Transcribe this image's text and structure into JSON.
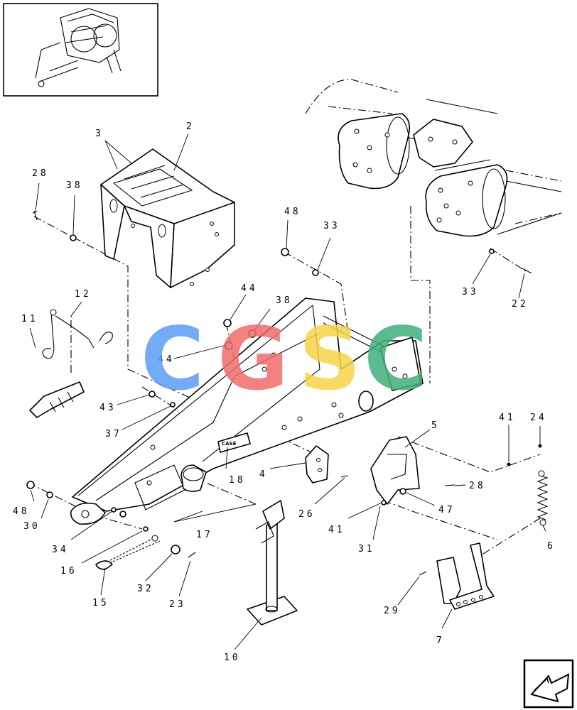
{
  "callouts": [
    {
      "id": "c2",
      "text": "2"
    },
    {
      "id": "c3",
      "text": "3"
    },
    {
      "id": "c28a",
      "text": "28"
    },
    {
      "id": "c38a",
      "text": "38"
    },
    {
      "id": "c12",
      "text": "12"
    },
    {
      "id": "c11",
      "text": "11"
    },
    {
      "id": "c48a",
      "text": "48"
    },
    {
      "id": "c33a",
      "text": "33"
    },
    {
      "id": "c44a",
      "text": "44"
    },
    {
      "id": "c38b",
      "text": "38"
    },
    {
      "id": "c44b",
      "text": "44"
    },
    {
      "id": "c43",
      "text": "43"
    },
    {
      "id": "c37",
      "text": "37"
    },
    {
      "id": "c33b",
      "text": "33"
    },
    {
      "id": "c22",
      "text": "22"
    },
    {
      "id": "c41a",
      "text": "41"
    },
    {
      "id": "c24",
      "text": "24"
    },
    {
      "id": "c5",
      "text": "5"
    },
    {
      "id": "c4",
      "text": "4"
    },
    {
      "id": "c18",
      "text": "18"
    },
    {
      "id": "c28b",
      "text": "28"
    },
    {
      "id": "c26",
      "text": "26"
    },
    {
      "id": "c47",
      "text": "47"
    },
    {
      "id": "c41b",
      "text": "41"
    },
    {
      "id": "c31",
      "text": "31"
    },
    {
      "id": "c6",
      "text": "6"
    },
    {
      "id": "c48b",
      "text": "48"
    },
    {
      "id": "c30",
      "text": "30"
    },
    {
      "id": "c34",
      "text": "34"
    },
    {
      "id": "c17",
      "text": "17"
    },
    {
      "id": "c16",
      "text": "16"
    },
    {
      "id": "c32",
      "text": "32"
    },
    {
      "id": "c23",
      "text": "23"
    },
    {
      "id": "c15",
      "text": "15"
    },
    {
      "id": "c10",
      "text": "10"
    },
    {
      "id": "c29",
      "text": "29"
    },
    {
      "id": "c7",
      "text": "7"
    }
  ],
  "watermark": {
    "letters": [
      "C",
      "G",
      "S",
      "C"
    ],
    "colors": [
      "#5b9df5",
      "#f06c6c",
      "#f5d44a",
      "#3fb07c"
    ]
  },
  "plate_label": "CASE",
  "colors": {
    "line": "#000000",
    "background": "#ffffff"
  },
  "icons": {
    "thumbnail": "machine-thumbnail-icon",
    "navigation": "next-page-arrow-icon"
  }
}
